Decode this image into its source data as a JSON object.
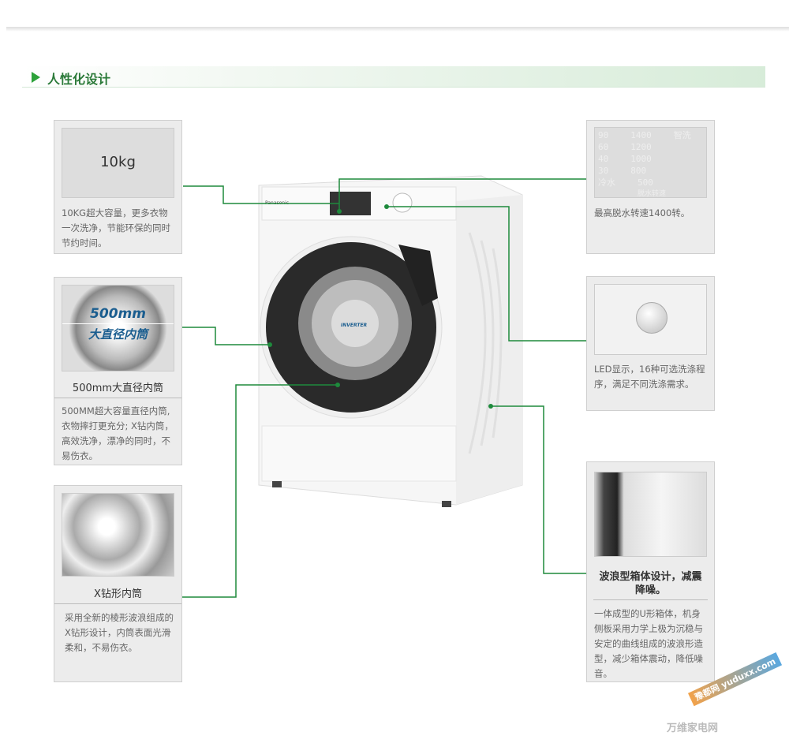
{
  "section_title": "人性化设计",
  "left": [
    {
      "image_text": "10kg",
      "desc": "10KG超大容量，更多衣物一次洗净，节能环保的同时节约时间。"
    },
    {
      "image_text_1": "500mm",
      "image_text_2": "大直径内筒",
      "caption": "500mm大直径内筒",
      "desc": "500MM超大容量直径内筒,衣物摔打更充分; X钻内筒，高效洗净，漂净的同时，不易伤衣。"
    },
    {
      "caption": "X钻形内筒",
      "desc": "采用全新的棱形波浪组成的X钻形设计，内筒表面光滑柔和，不易伤衣。"
    }
  ],
  "right": [
    {
      "lcd": {
        "temps": [
          "90",
          "60",
          "40",
          "30",
          "冷水"
        ],
        "speeds": [
          "1400",
          "1200",
          "1000",
          "800",
          "500"
        ],
        "footer": "脱水转速",
        "side": "智洗"
      },
      "desc": "最高脱水转速1400转。"
    },
    {
      "desc": "LED显示，16种可选洗涤程序，满足不同洗涤需求。"
    },
    {
      "caption": "波浪型箱体设计，减震降噪。",
      "desc": "一体成型的U形箱体，机身侧板采用力学上极为沉稳与安定的曲线组成的波浪形造型，减少箱体震动，降低噪音。"
    }
  ],
  "washer": {
    "brand": "Panasonic",
    "badge": "INVERTER"
  },
  "watermark": {
    "site": "yuduxx.com",
    "name": "豫都网",
    "mark": "万维家电网"
  },
  "colors": {
    "accent": "#2da23a",
    "line": "#1e8a3c"
  }
}
